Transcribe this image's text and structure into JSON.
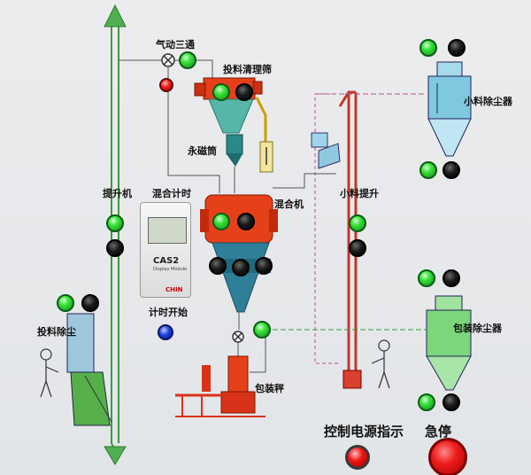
{
  "labels": {
    "pneumatic_tee": "气动三通",
    "screening": "投料清理筛",
    "magnet": "永磁筒",
    "elevator": "提升机",
    "mix_timer": "混合计时",
    "mixer": "混合机",
    "small_lift": "小料提升",
    "small_dust": "小料除尘器",
    "feed_dust": "投料除尘",
    "timer_start": "计时开始",
    "pack_scale": "包装秤",
    "pack_dust": "包装除尘器",
    "power_ind": "控制电源指示",
    "estop": "急停"
  },
  "timer_device": {
    "model": "CAS2",
    "sub": "Display Module",
    "brand": "CHIN"
  },
  "colors": {
    "lamp_green": "#2fd62f",
    "lamp_red": "#e01818",
    "machine_red": "#e6401a",
    "pipe_green": "#3a9a3a",
    "duct_cyan": "#7ec8e0",
    "hopper_teal": "#2f8f99"
  }
}
